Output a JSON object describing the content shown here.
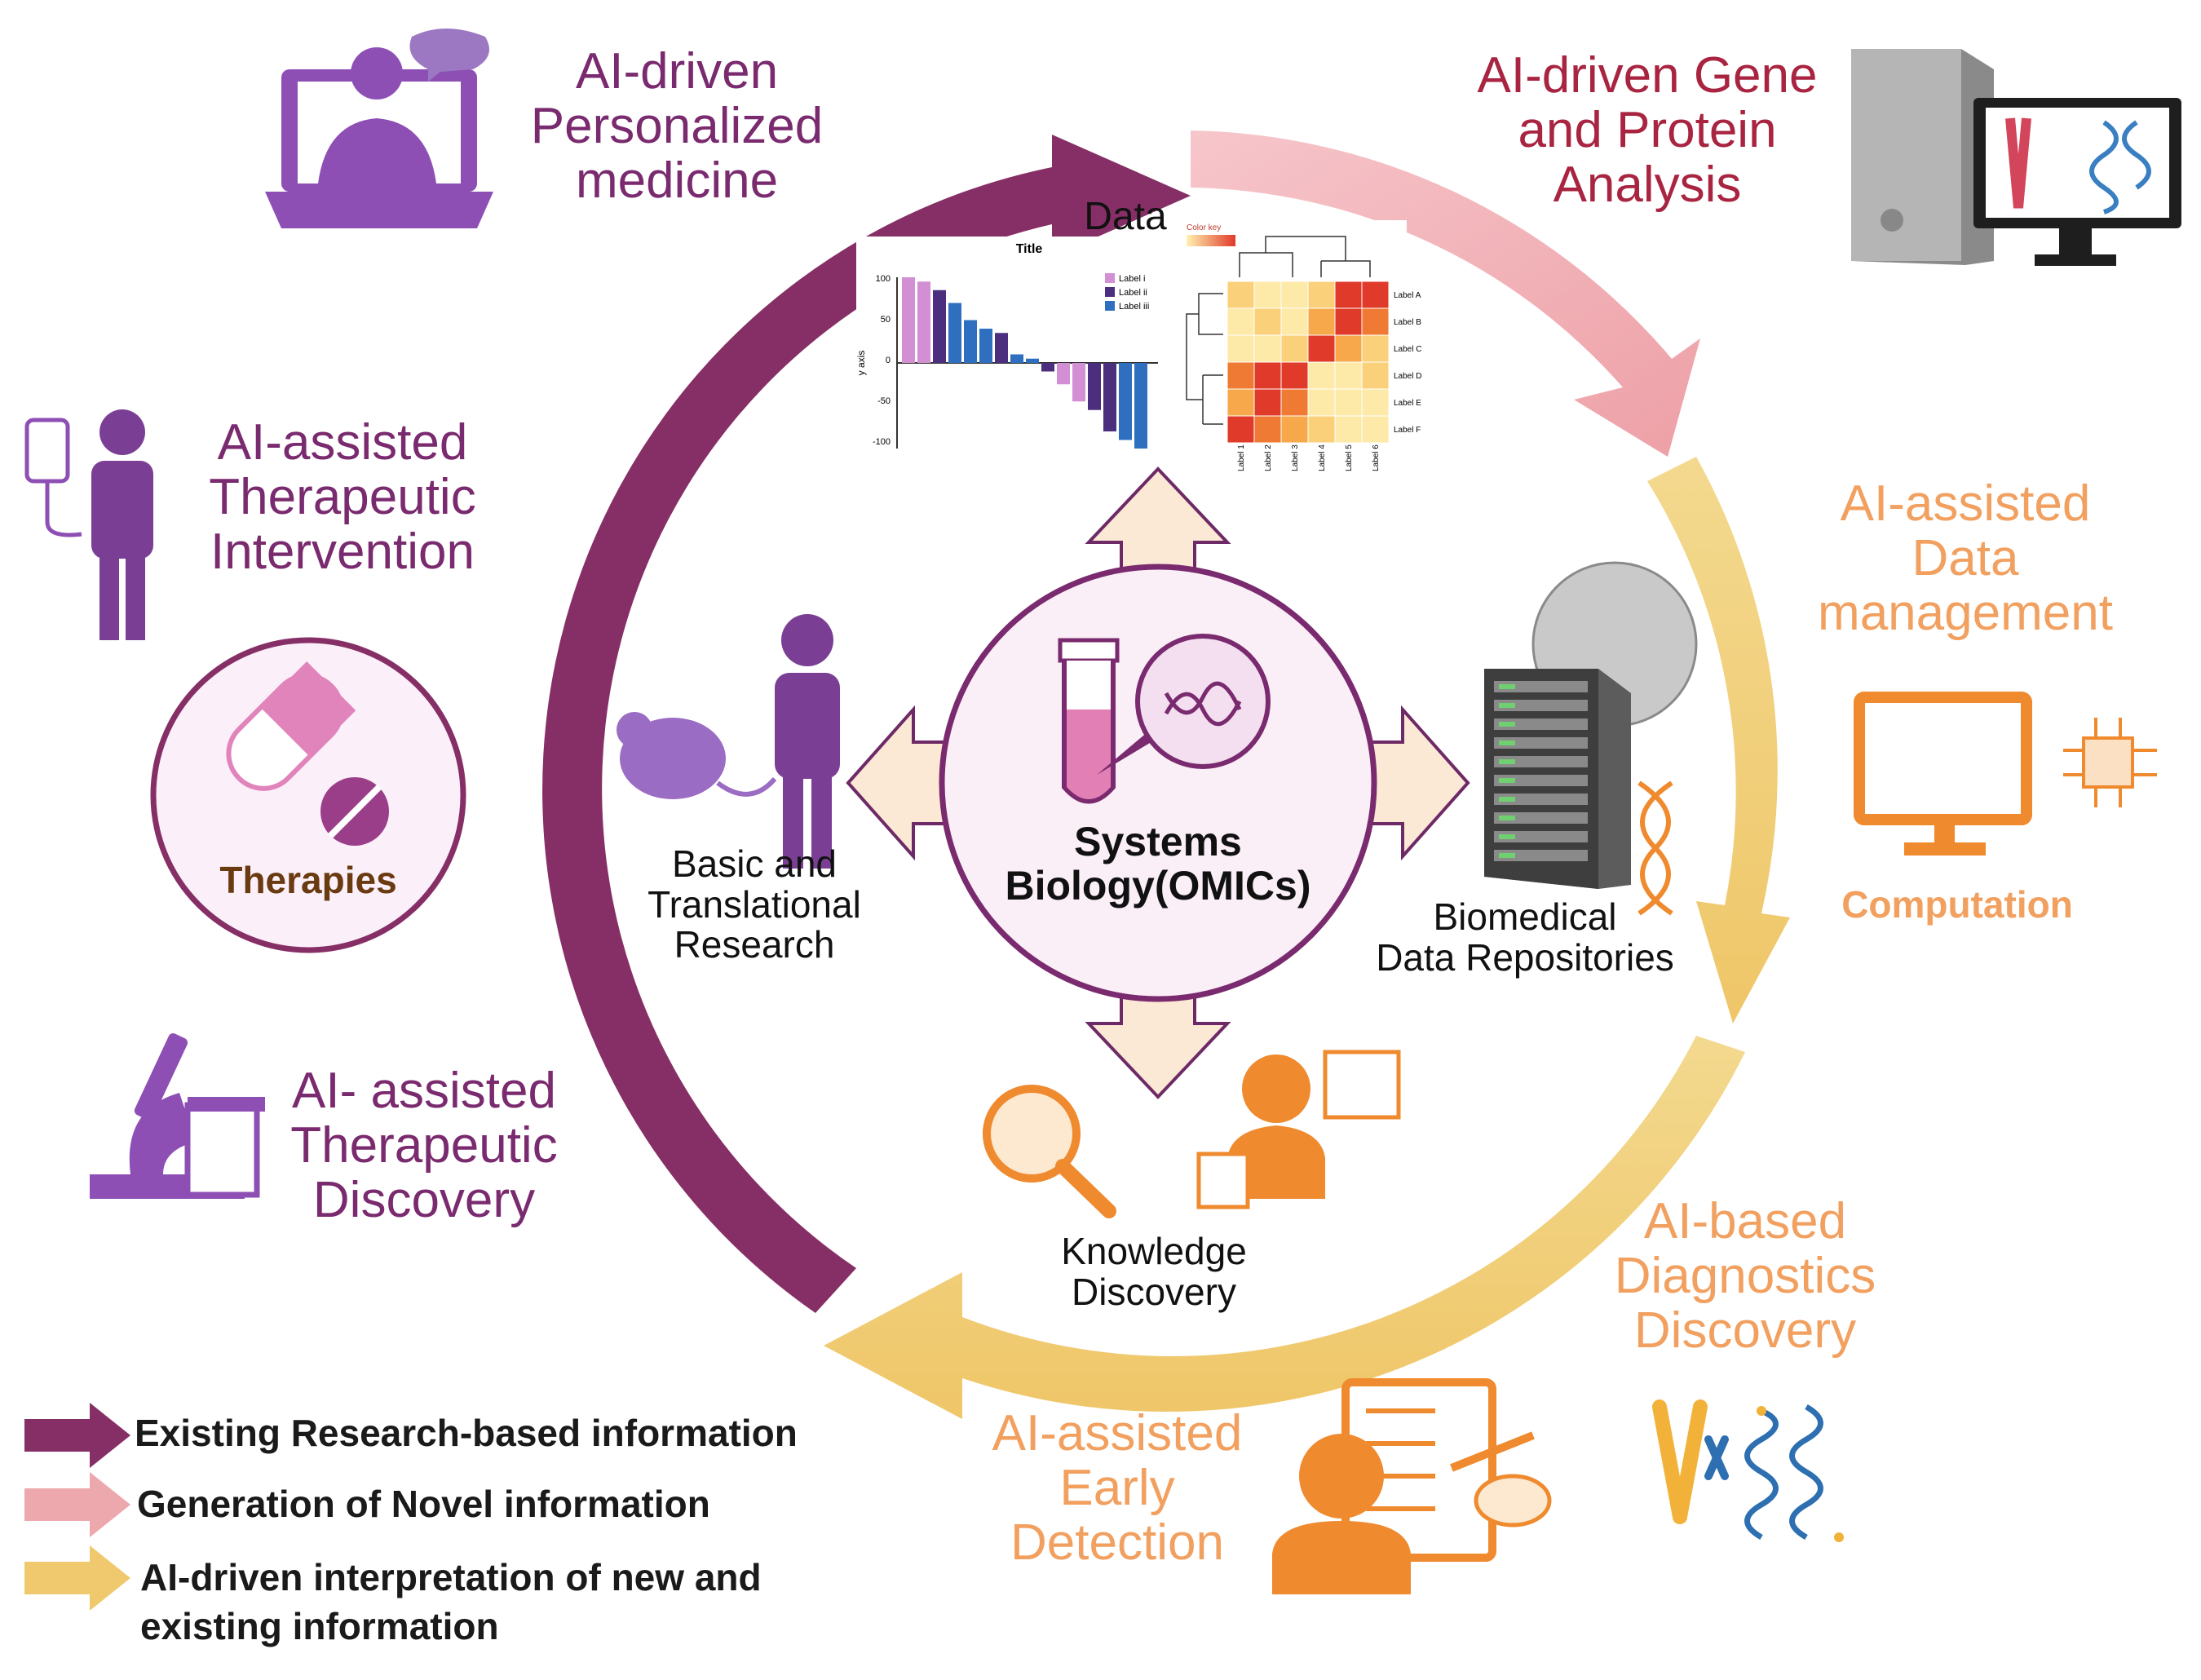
{
  "colors": {
    "existing": "#862f66",
    "novel": "#eda8ad",
    "interpretation": "#f0c96f",
    "purple_text": "#7a2a6e",
    "rose_text": "#a82440",
    "orange_text": "#f2a05f",
    "orange_icon": "#ef8a2e"
  },
  "outer_labels": {
    "personalized": [
      "AI-driven",
      "Personalized",
      "medicine"
    ],
    "gene_protein": [
      "AI-driven Gene",
      "and Protein",
      "Analysis"
    ],
    "data_mgmt": [
      "AI-assisted",
      "Data",
      "management"
    ],
    "therapeutic_intervention": [
      "AI-assisted",
      "Therapeutic",
      "Intervention"
    ],
    "therapeutic_discovery": [
      "AI- assisted",
      "Therapeutic",
      "Discovery"
    ],
    "diagnostics": [
      "AI-based",
      "Diagnostics",
      "Discovery"
    ],
    "early_detection": [
      "AI-assisted",
      "Early",
      "Detection"
    ],
    "therapies": "Therapies",
    "computation": "Computation"
  },
  "inner_labels": {
    "center": [
      "Systems",
      "Biology(OMICs)"
    ],
    "data": "Data",
    "basic": [
      "Basic and",
      "Translational",
      "Research"
    ],
    "repositories": [
      "Biomedical",
      "Data Repositories"
    ],
    "knowledge": [
      "Knowledge",
      "Discovery"
    ]
  },
  "mini_bar_chart": {
    "title": "Title",
    "ylabel": "y axis",
    "yticks": [
      "100",
      "50",
      "0",
      "-50",
      "-100"
    ],
    "legend": [
      "Label i",
      "Label ii",
      "Label iii"
    ],
    "colors": [
      "#d38fd3",
      "#4b2f7e",
      "#2f6fbf"
    ]
  },
  "mini_heatmap": {
    "color_key": "Color key",
    "row_labels": [
      "Label A",
      "Label B",
      "Label C",
      "Label D",
      "Label E",
      "Label F"
    ],
    "col_labels": [
      "Label 1",
      "Label 2",
      "Label 3",
      "Label 4",
      "Label 5",
      "Label 6"
    ]
  },
  "legend": {
    "existing": "Existing Research-based information",
    "novel": "Generation of Novel information",
    "interpretation": [
      "AI-driven interpretation of new and",
      "existing information"
    ]
  }
}
